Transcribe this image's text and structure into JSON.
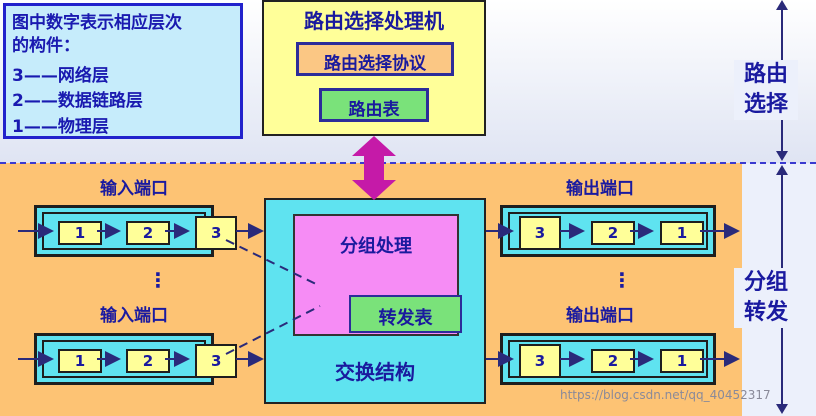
{
  "legend": {
    "lines": [
      "图中数字表示相应层次",
      "的构件：",
      "3——网络层",
      "2——数据链路层",
      "1——物理层"
    ]
  },
  "routing_processor": {
    "title": "路由选择处理机",
    "protocol": "路由选择协议",
    "table": "路由表"
  },
  "switch_fabric": {
    "label": "交换结构",
    "packet_processing": "分组处理",
    "forwarding_table": "转发表"
  },
  "input_ports": {
    "label": "输入端口",
    "cells": [
      "1",
      "2",
      "3"
    ],
    "ellipsis": "⋮"
  },
  "output_ports": {
    "label": "输出端口",
    "cells": [
      "3",
      "2",
      "1"
    ],
    "ellipsis": "⋮"
  },
  "side_labels": {
    "routing": "路由\n选择",
    "forwarding": "分组\n转发"
  },
  "watermark": "https://blog.csdn.net/qq_40452317",
  "colors": {
    "accent_blue": "#1a1aa0",
    "arrow_magenta": "#c51aa8",
    "orange_zone": "#fdc374",
    "cyan": "#5fe3f0"
  }
}
